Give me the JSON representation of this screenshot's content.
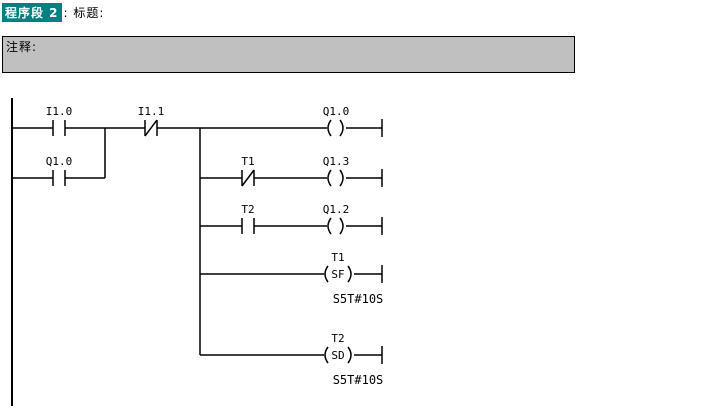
{
  "colors": {
    "highlight_bg": "#008080",
    "highlight_text": "#ffffff",
    "comment_bg": "#c0c0c0",
    "wire": "#000000"
  },
  "header": {
    "network_label": "程序段 2",
    "title_suffix": ": 标题:"
  },
  "comment": {
    "label": "注释:"
  },
  "ladder": {
    "contacts": [
      {
        "name": "I1.0",
        "type": "NO"
      },
      {
        "name": "I1.1",
        "type": "NC"
      },
      {
        "name": "Q1.0",
        "type": "NO"
      },
      {
        "name": "T1",
        "type": "NC"
      },
      {
        "name": "T2",
        "type": "NO"
      }
    ],
    "coils": [
      {
        "name": "Q1.0",
        "type": "output"
      },
      {
        "name": "Q1.3",
        "type": "output"
      },
      {
        "name": "Q1.2",
        "type": "output"
      },
      {
        "name": "T1",
        "type": "SF",
        "time_value": "S5T#10S"
      },
      {
        "name": "T2",
        "type": "SD",
        "time_value": "S5T#10S"
      }
    ]
  }
}
